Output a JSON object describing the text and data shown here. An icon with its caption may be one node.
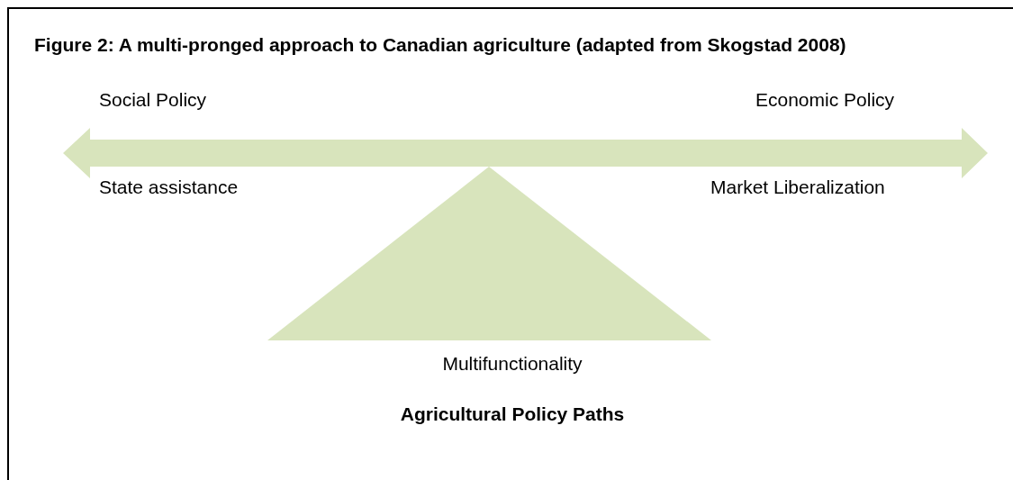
{
  "diagram": {
    "title": "Figure 2: A multi-pronged approach to Canadian agriculture (adapted from Skogstad 2008)",
    "nodes": [
      {
        "text": [
          "Multifunctionality"
        ]
      }
    ],
    "labels": [
      "Social Policy",
      "Economic Policy",
      "State assistance",
      "Market Liberalization",
      "Agricultural Policy Paths"
    ]
  }
}
